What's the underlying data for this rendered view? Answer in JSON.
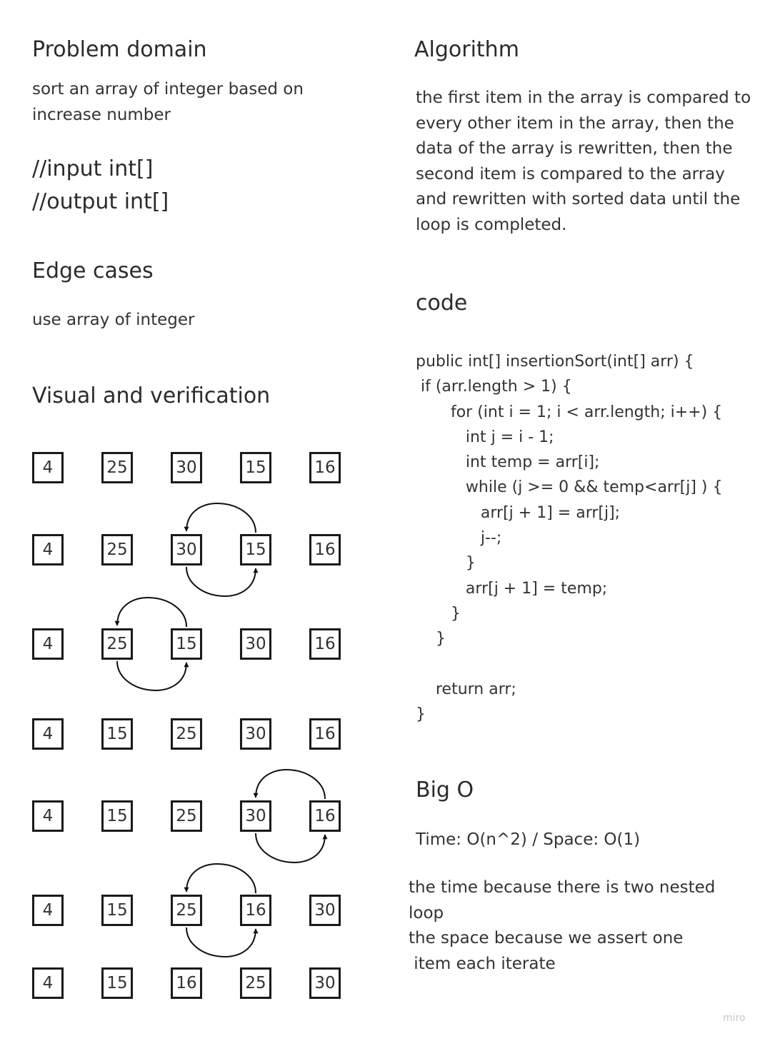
{
  "problem_domain": {
    "heading": "Problem domain",
    "description_lines": [
      "sort an array of integer based on",
      "increase number"
    ],
    "io_lines": [
      "//input  int[]",
      "//output int[]"
    ]
  },
  "edge_cases": {
    "heading": "Edge cases",
    "description": "use array of integer"
  },
  "visual": {
    "heading": "Visual and verification",
    "rows": [
      [
        4,
        25,
        30,
        15,
        16
      ],
      [
        4,
        25,
        30,
        15,
        16
      ],
      [
        4,
        25,
        15,
        30,
        16
      ],
      [
        4,
        15,
        25,
        30,
        16
      ],
      [
        4,
        15,
        25,
        30,
        16
      ],
      [
        4,
        15,
        25,
        16,
        30
      ],
      [
        4,
        15,
        16,
        25,
        30
      ]
    ],
    "swaps": [
      {
        "row": 1,
        "from_col": 2,
        "to_col": 3
      },
      {
        "row": 2,
        "from_col": 1,
        "to_col": 2
      },
      {
        "row": 4,
        "from_col": 3,
        "to_col": 4
      },
      {
        "row": 5,
        "from_col": 2,
        "to_col": 3
      }
    ]
  },
  "algorithm": {
    "heading": "Algorithm",
    "lines": [
      "the first item in the array is compared to",
      "every other item in the array, then the",
      "data of the array is rewritten, then the",
      "second item is compared to the array",
      "and rewritten with sorted data until the",
      "loop is completed."
    ]
  },
  "code": {
    "heading": "code",
    "lines": [
      "public int[] insertionSort(int[] arr) {",
      " if (arr.length > 1) {",
      "       for (int i = 1; i < arr.length; i++) {",
      "          int j = i - 1;",
      "          int temp = arr[i];",
      "          while (j >= 0 && temp<arr[j] ) {",
      "             arr[j + 1] = arr[j];",
      "             j--;",
      "          }",
      "          arr[j + 1] = temp;",
      "       }",
      "    }",
      "",
      "    return arr;",
      "}"
    ]
  },
  "big_o": {
    "heading": "Big O",
    "complexity": "Time: O(n^2) / Space: O(1)",
    "explanation_lines": [
      "the time because there is two nested",
      "loop",
      "the space because we assert one",
      " item each iterate"
    ]
  },
  "watermark": "miro"
}
